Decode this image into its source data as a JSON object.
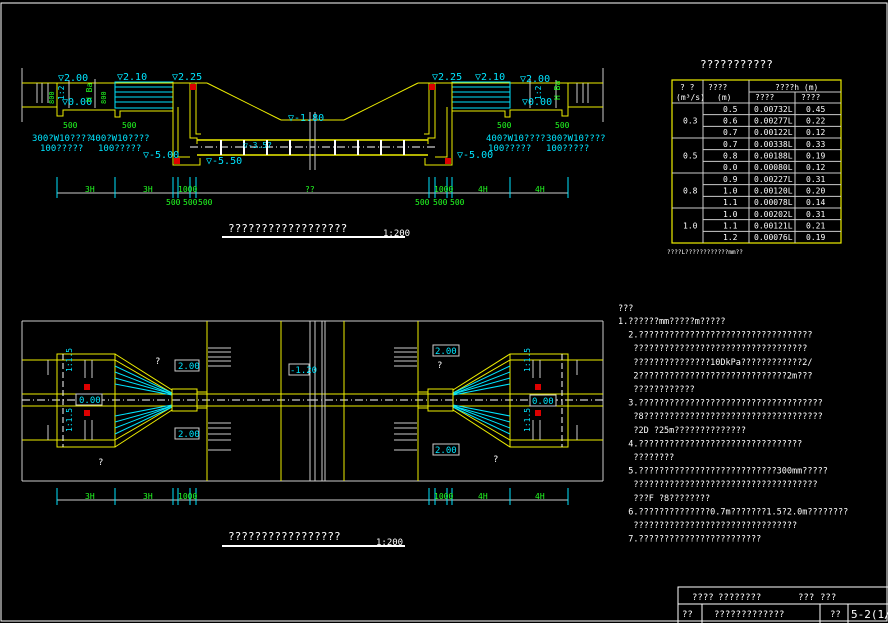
{
  "section": {
    "title": "??????????????????",
    "scale": "1:200",
    "elevations": {
      "ground_left": "▽2.00",
      "stair_left": "▽2.10",
      "wall_top_left": "▽2.25",
      "channel": "▽-1.80",
      "bottom_left": "▽-5.00",
      "culvert_bottom": "▽-5.50",
      "pipe": "▽-3.5?",
      "ground_right": "▽2.00",
      "stair_right": "▽2.10",
      "wall_top_right": "▽2.25",
      "bottom_right": "▽-5.00",
      "water_left": "▽0.00",
      "water_right": "▽0.00"
    },
    "notes_left": [
      "300?W10????",
      "100?????",
      "400?W10????",
      "100?????"
    ],
    "notes_right": [
      "400?W10????",
      "100?????",
      "300?W10????",
      "100?????"
    ],
    "dims": {
      "h3": "3H",
      "h4": "4H",
      "d1000": "1000",
      "d500": "500",
      "d800": "800",
      "slope": "1:2",
      "hb": "H Ba",
      "center": "??"
    }
  },
  "plan": {
    "title": "?????????????????",
    "scale": "1:200",
    "labels": {
      "left_water": "0.00",
      "left_up": "2.00",
      "left_down": "2.00",
      "center": "-1.20",
      "right_up": "2.00",
      "right_down": "2.00",
      "right_water": "0.00",
      "slope": "1:1.5",
      "q": "?"
    }
  },
  "table": {
    "title": "???????????",
    "headers": {
      "flow": "? ?",
      "flow_unit": "(m³/s)",
      "depth": "????",
      "depth_unit": "(m)",
      "group": "????h (m)",
      "sub1": "????",
      "sub2": "????"
    },
    "groups": [
      {
        "flow": "0.3",
        "rows": [
          [
            "0.5",
            "0.00732L",
            "0.45"
          ],
          [
            "0.6",
            "0.00277L",
            "0.22"
          ],
          [
            "0.7",
            "0.00122L",
            "0.12"
          ]
        ]
      },
      {
        "flow": "0.5",
        "rows": [
          [
            "0.7",
            "0.00338L",
            "0.33"
          ],
          [
            "0.8",
            "0.00188L",
            "0.19"
          ],
          [
            "0.0",
            "0.00080L",
            "0.12"
          ]
        ]
      },
      {
        "flow": "0.8",
        "rows": [
          [
            "0.9",
            "0.00227L",
            "0.31"
          ],
          [
            "1.0",
            "0.00120L",
            "0.20"
          ],
          [
            "1.1",
            "0.00078L",
            "0.14"
          ]
        ]
      },
      {
        "flow": "1.0",
        "rows": [
          [
            "1.0",
            "0.00202L",
            "0.31"
          ],
          [
            "1.1",
            "0.00121L",
            "0.21"
          ],
          [
            "1.2",
            "0.00076L",
            "0.19"
          ]
        ]
      }
    ],
    "footnote": "????L????????????mm??"
  },
  "notes": {
    "heading": "???",
    "lines": [
      "1.??????mm?????m?????",
      "  2.??????????????????????????????????",
      "   ??????????????????????????????????",
      "   ???????????????10DkPa????????????2/",
      "   2?????????????????????????????2m???",
      "   ????????????",
      "  3.????????????????????????????????????",
      "   ?8???????????????????????????????????",
      "   ?2D ?25m??????????????",
      "  4.????????????????????????????????",
      "   ????????",
      "  5.???????????????????????????300mm?????",
      "   ????????????????????????????????????",
      "   ???F ?8????????",
      "  6.??????????????0.7m???????1.5?2.0m????????",
      "   ????????????????????????????????",
      "  7.????????????????????????"
    ]
  },
  "titleblock": {
    "r1c1": "????",
    "r1c2": "????????",
    "r1c3": "???",
    "r1c4": "???",
    "r2c1": "??",
    "r2c2": "?????????????",
    "r2c3": "??",
    "drawing_no": "5-2(1/"
  }
}
